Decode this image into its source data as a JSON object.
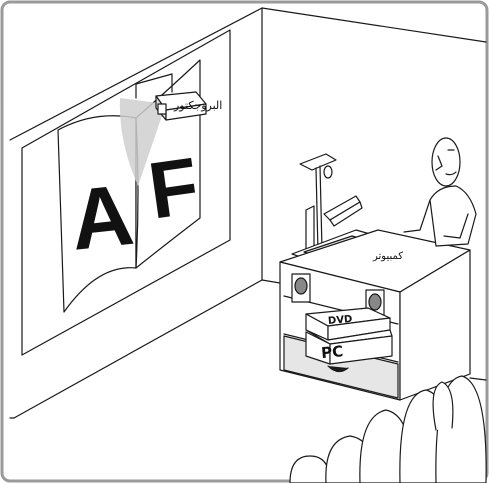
{
  "labels": {
    "projector": "البروجكتور",
    "computer": "كمبيوتر",
    "dvd": "DVD",
    "pc": "PC"
  },
  "screen_letters": [
    "A",
    "F"
  ],
  "colors": {
    "frame_border": "#9a9a9a",
    "line": "#1a1a1a",
    "beam": "#cfcfcf",
    "shelf": "#e6e6e6"
  },
  "icons": [
    "projector-icon",
    "document-camera-icon",
    "laptop-icon",
    "speaker-icon",
    "presenter-icon",
    "audience-icon"
  ]
}
